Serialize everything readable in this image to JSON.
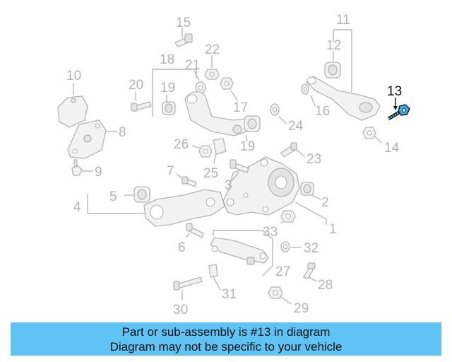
{
  "diagram": {
    "labels": [
      "15",
      "22",
      "21",
      "18",
      "19",
      "17",
      "10",
      "20",
      "11",
      "12",
      "13",
      "16",
      "24",
      "8",
      "26",
      "19",
      "9",
      "7",
      "25",
      "3",
      "23",
      "14",
      "5",
      "4",
      "2",
      "33",
      "1",
      "6",
      "32",
      "27",
      "28",
      "31",
      "30",
      "29"
    ],
    "highlighted": "13",
    "highlight_color": "#111111",
    "part_color": "#b3b3b3"
  },
  "banner": {
    "line1": "Part or sub-assembly is #13 in diagram",
    "line2": "Diagram may not be specific to your vehicle",
    "color": "#5fc3f5"
  }
}
